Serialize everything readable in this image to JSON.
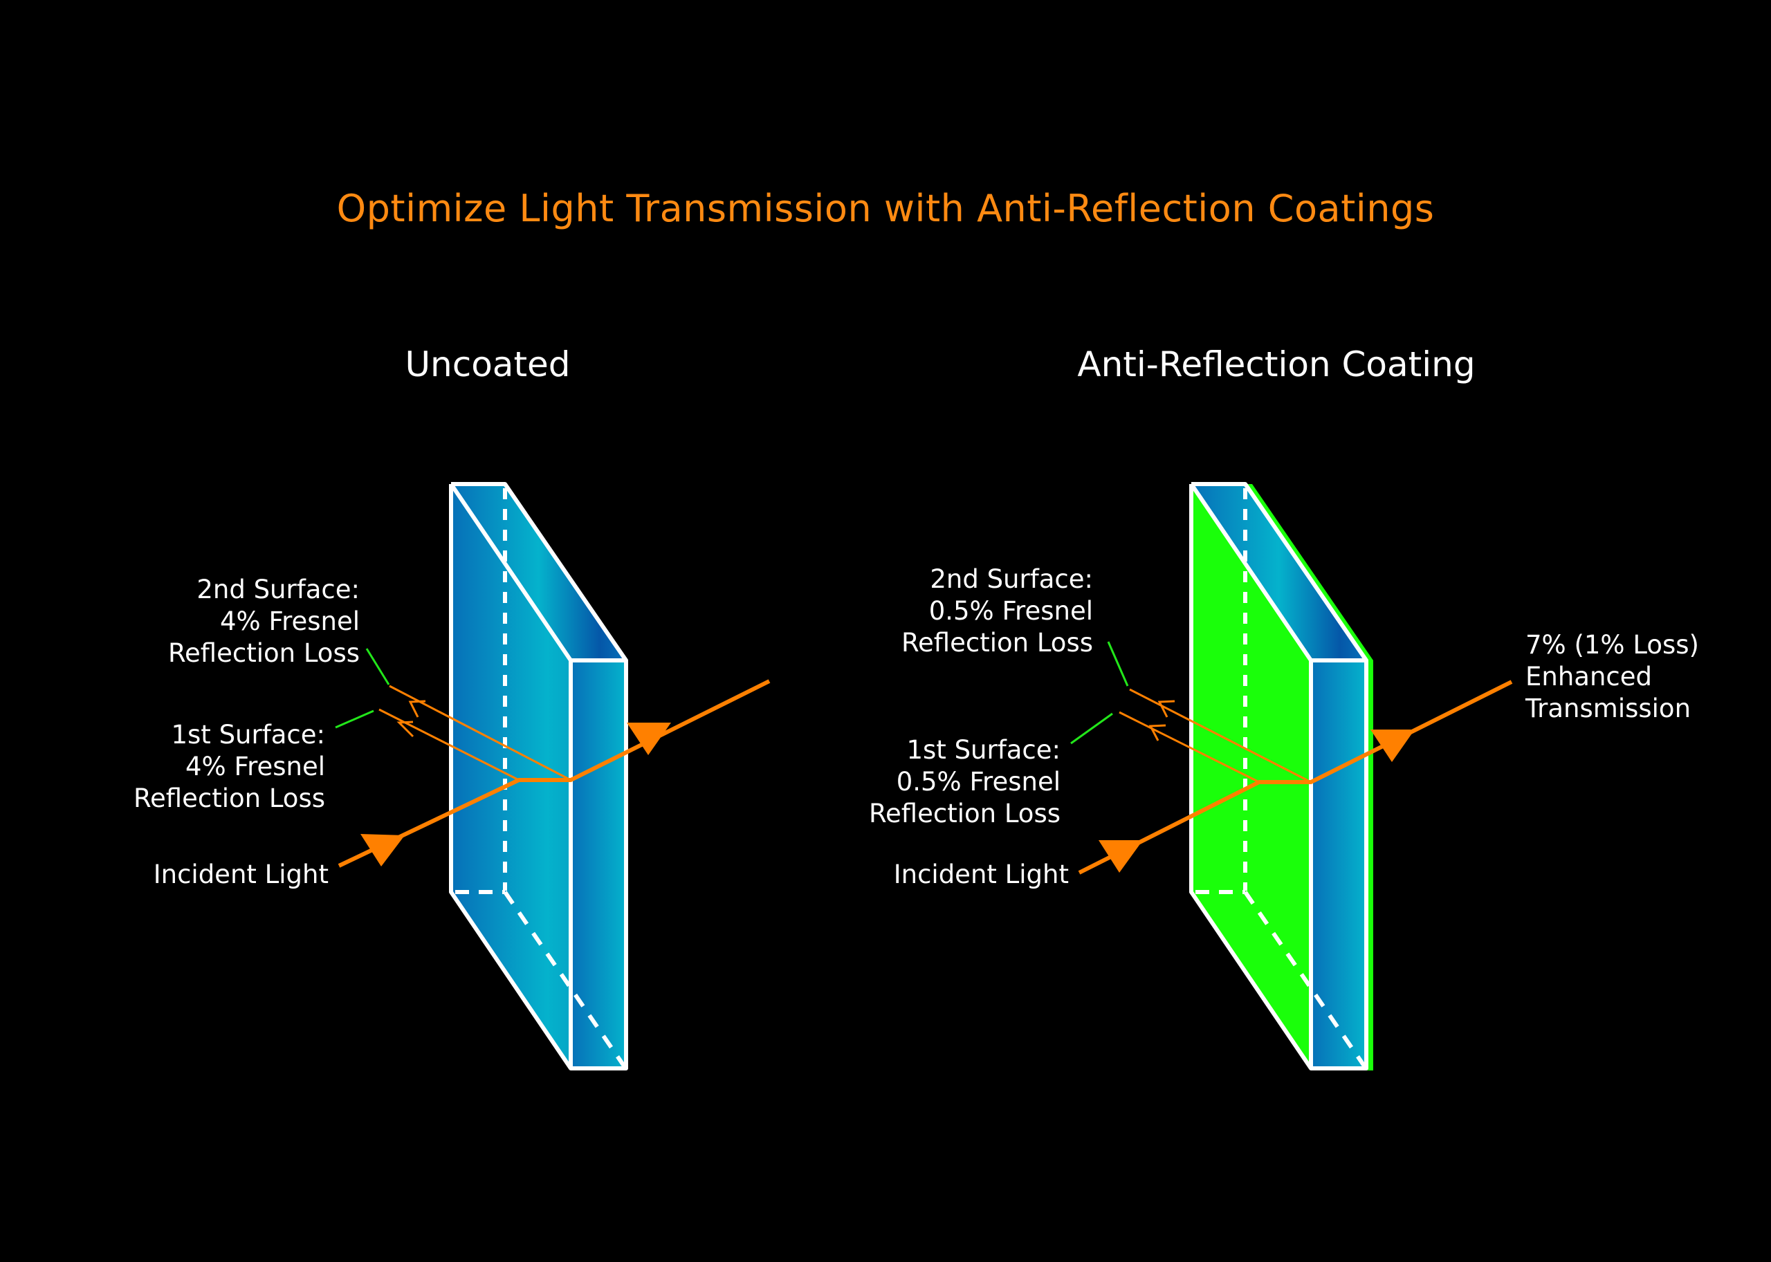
{
  "title": "Optimize Light Transmission with Anti-Reflection Coatings",
  "colors": {
    "background": "#000000",
    "title": "#ff8a12",
    "beam": "#ff8000",
    "leader": "#22e61a",
    "coating": "#1aff0a",
    "glass_dark": "#0670b8",
    "glass_light": "#05b2cc",
    "edge": "#ffffff"
  },
  "panels": [
    {
      "heading": "Uncoated",
      "coated": false,
      "second_surface": [
        "2nd Surface:",
        "4% Fresnel",
        "Reflection Loss"
      ],
      "first_surface": [
        "1st Surface:",
        "4% Fresnel",
        "Reflection Loss"
      ],
      "incident": "Incident Light"
    },
    {
      "heading": "Anti-Reflection Coating",
      "coated": true,
      "second_surface": [
        "2nd Surface:",
        "0.5% Fresnel",
        "Reflection Loss"
      ],
      "first_surface": [
        "1st Surface:",
        "0.5% Fresnel",
        "Reflection Loss"
      ],
      "incident": "Incident Light",
      "transmission": [
        "7% (1% Loss)",
        "Enhanced",
        "Transmission"
      ]
    }
  ]
}
